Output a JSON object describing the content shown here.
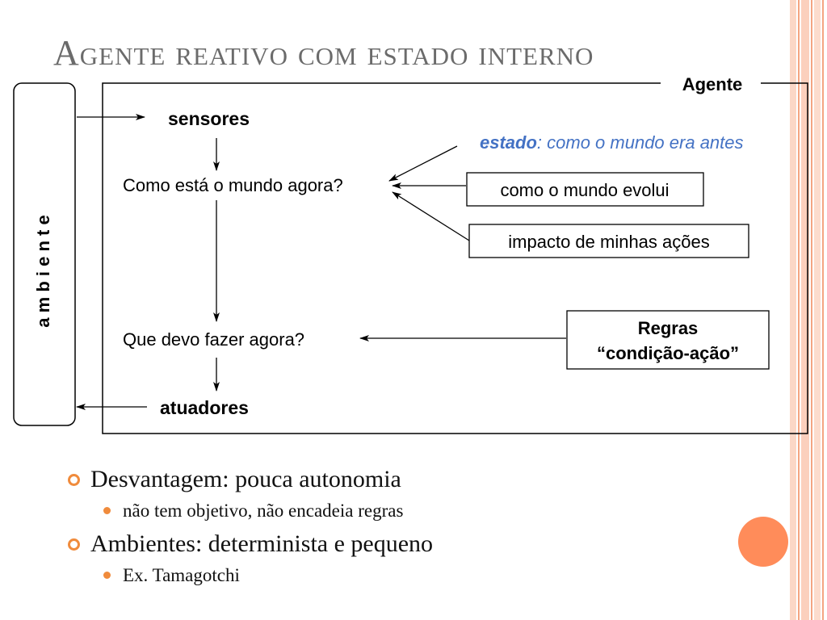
{
  "slide": {
    "title": "Agente reativo com estado interno",
    "accent_color": "#f08b3c",
    "circle_color": "#ff8c5a",
    "text_color_blue": "#4472c4"
  },
  "diagram": {
    "ambiente_label": "a m b i e n t e",
    "agente_label": "Agente",
    "sensores_label": "sensores",
    "como_esta_label": "Como está o mundo agora?",
    "estado_bold": "estado",
    "estado_rest": ": como o mundo era antes",
    "como_evolui_label": "como o mundo evolui",
    "impacto_label": "impacto de minhas ações",
    "que_devo_label": "Que devo fazer agora?",
    "regras_line1": "Regras",
    "regras_line2": "“condição-ação”",
    "atuadores_label": "atuadores"
  },
  "bullets": [
    {
      "text": "Desvantagem: pouca autonomia",
      "sub": [
        "não tem objetivo, não encadeia regras"
      ]
    },
    {
      "text": "Ambientes: determinista e pequeno",
      "sub": [
        "Ex. Tamagotchi"
      ]
    }
  ]
}
